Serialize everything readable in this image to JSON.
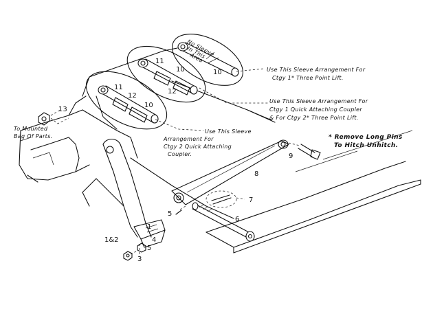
{
  "callouts": {
    "three_point": {
      "line1": "Use This Sleeve Arrangement For",
      "line2": "Ctgy 1* Three Point Lift."
    },
    "quick_attach_cat2": {
      "line1": "Use This Sleeve Arrangement For",
      "line2": "Ctgy 1 Quick Attaching Coupler",
      "line3": "& For Ctgy 2* Three Point Lift."
    },
    "quick_attach_cat2_coupler": {
      "line1": "Use This Sleeve",
      "line2": "Arrangement For",
      "line3": "Ctgy 2 Quick Attaching",
      "line4": "Coupler."
    },
    "no_sleeve": {
      "line1": "No Sleeve",
      "line2": "In This",
      "line3": "Area"
    },
    "mounted_bag": {
      "line1": "To Mounted",
      "line2": "Bag Of Parts."
    },
    "remove_pins": {
      "line1": "* Remove Long Pins",
      "line2": "To Hitch Unhitch."
    }
  },
  "part_numbers": {
    "p1": "1",
    "p1and2": "1&2",
    "p3": "3",
    "p4": "4",
    "p5": "5",
    "p6": "6",
    "p7": "7",
    "p8": "8",
    "p9": "9",
    "p10": "10",
    "p11": "11",
    "p12": "12",
    "p13": "13"
  }
}
